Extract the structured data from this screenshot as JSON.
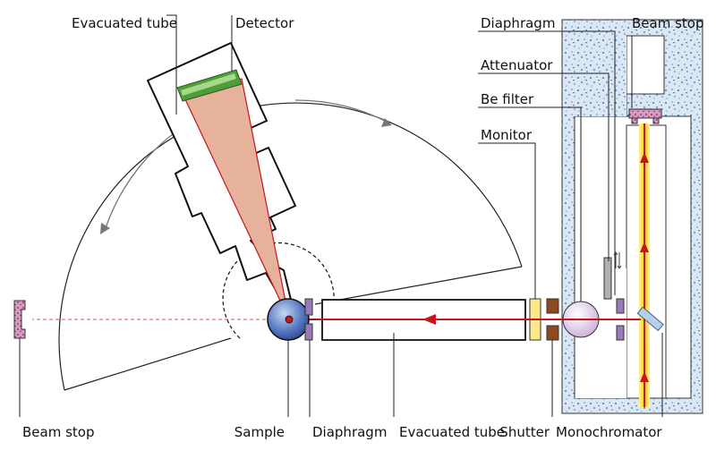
{
  "labels": {
    "evacuated_tube_top": "Evacuated tube",
    "detector": "Detector",
    "diaphragm_top": "Diaphragm",
    "beam_stop_top": "Beam stop",
    "attenuator": "Attenuator",
    "be_filter": "Be filter",
    "monitor": "Monitor",
    "beam_stop_left": "Beam stop",
    "sample": "Sample",
    "diaphragm_bottom": "Diaphragm",
    "evacuated_tube_bottom": "Evacuated tube",
    "shutter": "Shutter",
    "monochromator": "Monochromator"
  },
  "icons": {
    "rotation_arrow": "curved-arrow-icon",
    "beam_arrow": "arrow-left-icon",
    "attenuator_motion": "up-down-arrows-icon"
  },
  "colors": {
    "beam": "#c4161c",
    "primary_beam_glow": "#ffd200",
    "detector_cone": "#e7b29b",
    "detector_window": "#4f9e3a",
    "shielding_fill": "#dbe8f3",
    "shielding_dots": "#5a88c2",
    "sample": "#3d5ea8",
    "monitor_fill": "#ffe98a",
    "shutter_fill": "#8b4a22",
    "diaphragm_fill": "#9a7ab8",
    "beam_stop_fill": "#d79ac0",
    "be_filter_fill": "#e6d6ee"
  }
}
